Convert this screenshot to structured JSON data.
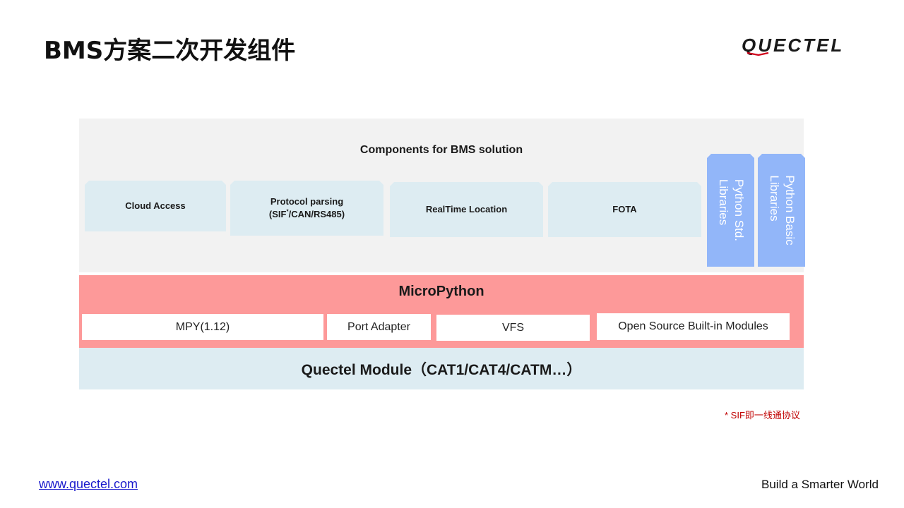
{
  "title": "BMS方案二次开发组件",
  "logo": {
    "text": "QUECTEL",
    "color": "#1a1a1a",
    "accent": "#d0021b"
  },
  "top": {
    "title": "Components  for BMS solution",
    "components": [
      {
        "label": "Cloud Access"
      },
      {
        "line1": "Protocol parsing",
        "line2_pre": "(SIF",
        "line2_sup": "*",
        "line2_post": "/CAN/RS485)"
      },
      {
        "label": "RealTime Location"
      },
      {
        "label": "FOTA"
      }
    ],
    "libs": [
      {
        "label": "Python Std.\nLibraries"
      },
      {
        "label": "Python Basic\nLibraries"
      }
    ]
  },
  "micropython": {
    "title": "MicroPython",
    "boxes": [
      "MPY(1.12)",
      "Port Adapter",
      "VFS",
      "Open Source Built-in Modules"
    ]
  },
  "module": {
    "label": "Quectel Module（CAT1/CAT4/CATM…）"
  },
  "footnote": "* SIF即一线通协议",
  "footer": {
    "url": "www.quectel.com",
    "slogan": "Build a Smarter World"
  },
  "colors": {
    "panel_gray": "#f2f2f2",
    "component_blue": "#ddecf2",
    "lib_blue": "#92b6f9",
    "micropython_red": "#fd9999",
    "footnote_red": "#c00000"
  }
}
